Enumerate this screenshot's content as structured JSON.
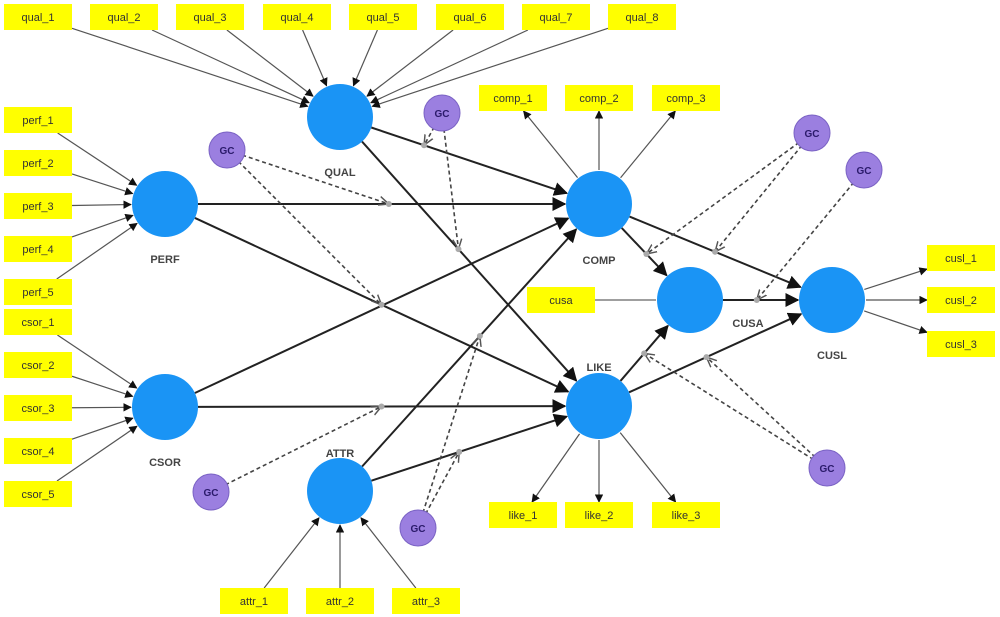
{
  "diagram": {
    "type": "structural-equation-path-model",
    "colors": {
      "construct": "#1a94f5",
      "indicator": "#ffff00",
      "group_control": "#9b7fe0",
      "group_control_stroke": "#7a62c4",
      "edge": "#222222"
    },
    "constructs": [
      {
        "id": "QUAL",
        "label": "QUAL"
      },
      {
        "id": "PERF",
        "label": "PERF"
      },
      {
        "id": "CSOR",
        "label": "CSOR"
      },
      {
        "id": "ATTR",
        "label": "ATTR"
      },
      {
        "id": "COMP",
        "label": "COMP"
      },
      {
        "id": "LIKE",
        "label": "LIKE"
      },
      {
        "id": "CUSA",
        "label": "CUSA"
      },
      {
        "id": "CUSL",
        "label": "CUSL"
      }
    ],
    "indicators": [
      {
        "id": "qual_1",
        "label": "qual_1",
        "construct": "QUAL",
        "direction": "formative"
      },
      {
        "id": "qual_2",
        "label": "qual_2",
        "construct": "QUAL",
        "direction": "formative"
      },
      {
        "id": "qual_3",
        "label": "qual_3",
        "construct": "QUAL",
        "direction": "formative"
      },
      {
        "id": "qual_4",
        "label": "qual_4",
        "construct": "QUAL",
        "direction": "formative"
      },
      {
        "id": "qual_5",
        "label": "qual_5",
        "construct": "QUAL",
        "direction": "formative"
      },
      {
        "id": "qual_6",
        "label": "qual_6",
        "construct": "QUAL",
        "direction": "formative"
      },
      {
        "id": "qual_7",
        "label": "qual_7",
        "construct": "QUAL",
        "direction": "formative"
      },
      {
        "id": "qual_8",
        "label": "qual_8",
        "construct": "QUAL",
        "direction": "formative"
      },
      {
        "id": "perf_1",
        "label": "perf_1",
        "construct": "PERF",
        "direction": "formative"
      },
      {
        "id": "perf_2",
        "label": "perf_2",
        "construct": "PERF",
        "direction": "formative"
      },
      {
        "id": "perf_3",
        "label": "perf_3",
        "construct": "PERF",
        "direction": "formative"
      },
      {
        "id": "perf_4",
        "label": "perf_4",
        "construct": "PERF",
        "direction": "formative"
      },
      {
        "id": "perf_5",
        "label": "perf_5",
        "construct": "PERF",
        "direction": "formative"
      },
      {
        "id": "csor_1",
        "label": "csor_1",
        "construct": "CSOR",
        "direction": "formative"
      },
      {
        "id": "csor_2",
        "label": "csor_2",
        "construct": "CSOR",
        "direction": "formative"
      },
      {
        "id": "csor_3",
        "label": "csor_3",
        "construct": "CSOR",
        "direction": "formative"
      },
      {
        "id": "csor_4",
        "label": "csor_4",
        "construct": "CSOR",
        "direction": "formative"
      },
      {
        "id": "csor_5",
        "label": "csor_5",
        "construct": "CSOR",
        "direction": "formative"
      },
      {
        "id": "attr_1",
        "label": "attr_1",
        "construct": "ATTR",
        "direction": "formative"
      },
      {
        "id": "attr_2",
        "label": "attr_2",
        "construct": "ATTR",
        "direction": "formative"
      },
      {
        "id": "attr_3",
        "label": "attr_3",
        "construct": "ATTR",
        "direction": "formative"
      },
      {
        "id": "comp_1",
        "label": "comp_1",
        "construct": "COMP",
        "direction": "reflective"
      },
      {
        "id": "comp_2",
        "label": "comp_2",
        "construct": "COMP",
        "direction": "reflective"
      },
      {
        "id": "comp_3",
        "label": "comp_3",
        "construct": "COMP",
        "direction": "reflective"
      },
      {
        "id": "like_1",
        "label": "like_1",
        "construct": "LIKE",
        "direction": "reflective"
      },
      {
        "id": "like_2",
        "label": "like_2",
        "construct": "LIKE",
        "direction": "reflective"
      },
      {
        "id": "like_3",
        "label": "like_3",
        "construct": "LIKE",
        "direction": "reflective"
      },
      {
        "id": "cusa",
        "label": "cusa",
        "construct": "CUSA",
        "direction": "single-item"
      },
      {
        "id": "cusl_1",
        "label": "cusl_1",
        "construct": "CUSL",
        "direction": "reflective"
      },
      {
        "id": "cusl_2",
        "label": "cusl_2",
        "construct": "CUSL",
        "direction": "reflective"
      },
      {
        "id": "cusl_3",
        "label": "cusl_3",
        "construct": "CUSL",
        "direction": "reflective"
      }
    ],
    "group_controls": [
      {
        "id": "gc1",
        "label": "GC"
      },
      {
        "id": "gc2",
        "label": "GC"
      },
      {
        "id": "gc3",
        "label": "GC"
      },
      {
        "id": "gc4",
        "label": "GC"
      },
      {
        "id": "gc5",
        "label": "GC"
      },
      {
        "id": "gc6",
        "label": "GC"
      },
      {
        "id": "gc7",
        "label": "GC"
      }
    ],
    "structural_paths": [
      {
        "from": "QUAL",
        "to": "COMP"
      },
      {
        "from": "QUAL",
        "to": "LIKE"
      },
      {
        "from": "PERF",
        "to": "COMP"
      },
      {
        "from": "PERF",
        "to": "LIKE"
      },
      {
        "from": "CSOR",
        "to": "COMP"
      },
      {
        "from": "CSOR",
        "to": "LIKE"
      },
      {
        "from": "ATTR",
        "to": "COMP"
      },
      {
        "from": "ATTR",
        "to": "LIKE"
      },
      {
        "from": "COMP",
        "to": "CUSA"
      },
      {
        "from": "COMP",
        "to": "CUSL"
      },
      {
        "from": "LIKE",
        "to": "CUSA"
      },
      {
        "from": "LIKE",
        "to": "CUSL"
      },
      {
        "from": "CUSA",
        "to": "CUSL"
      }
    ],
    "moderating_paths": [
      {
        "gc": "gc1",
        "target_path": "PERF->COMP"
      },
      {
        "gc": "gc1",
        "target_path": "PERF->LIKE"
      },
      {
        "gc": "gc2",
        "target_path": "QUAL->COMP"
      },
      {
        "gc": "gc2",
        "target_path": "QUAL->LIKE"
      },
      {
        "gc": "gc3",
        "target_path": "COMP->CUSA"
      },
      {
        "gc": "gc3",
        "target_path": "COMP->CUSL"
      },
      {
        "gc": "gc4",
        "target_path": "CUSA->CUSL"
      },
      {
        "gc": "gc5",
        "target_path": "CSOR->LIKE"
      },
      {
        "gc": "gc6",
        "target_path": "ATTR->COMP"
      },
      {
        "gc": "gc6",
        "target_path": "ATTR->LIKE"
      },
      {
        "gc": "gc7",
        "target_path": "LIKE->CUSA"
      },
      {
        "gc": "gc7",
        "target_path": "LIKE->CUSL"
      }
    ]
  }
}
